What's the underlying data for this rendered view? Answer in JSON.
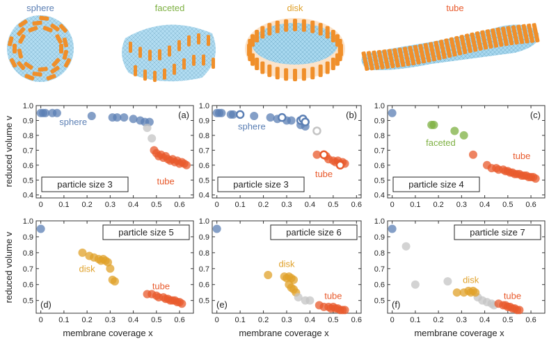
{
  "colors": {
    "sphere": "#5b7fb4",
    "faceted": "#7db041",
    "disk": "#e0a12a",
    "tube": "#e85a2c",
    "transition": "#c4c4c4",
    "membrane": "#9ed3ec",
    "particle": "#f08f2a"
  },
  "shapes": [
    {
      "label": "sphere",
      "color": "#5b7fb4"
    },
    {
      "label": "faceted",
      "color": "#7db041"
    },
    {
      "label": "disk",
      "color": "#e0a12a"
    },
    {
      "label": "tube",
      "color": "#e85a2c"
    }
  ],
  "axes": {
    "ylabel": "reduced volume v",
    "xlabel": "membrane coverage x"
  },
  "chart_data": [
    {
      "type": "scatter",
      "panel": "(a)",
      "particle_size": "particle size 3",
      "xlim": [
        -0.02,
        0.66
      ],
      "ylim": [
        0.38,
        1.0
      ],
      "xticks": [
        "0",
        "0.1",
        "0.2",
        "0.3",
        "0.4",
        "0.5",
        "0.6"
      ],
      "yticks": [
        "0.4",
        "0.5",
        "0.6",
        "0.7",
        "0.8",
        "0.9",
        "1.0"
      ],
      "annotations": [
        {
          "text": "sphere",
          "x": 0.14,
          "y": 0.87,
          "color": "#5b7fb4"
        },
        {
          "text": "tube",
          "x": 0.54,
          "y": 0.47,
          "color": "#e85a2c"
        }
      ],
      "series": [
        {
          "group": "sphere",
          "filled": true,
          "points": [
            [
              0,
              0.95
            ],
            [
              0.01,
              0.95
            ],
            [
              0.02,
              0.95
            ],
            [
              0.05,
              0.95
            ],
            [
              0.07,
              0.95
            ],
            [
              0.22,
              0.93
            ],
            [
              0.31,
              0.92
            ],
            [
              0.33,
              0.92
            ],
            [
              0.36,
              0.92
            ],
            [
              0.4,
              0.91
            ],
            [
              0.43,
              0.9
            ],
            [
              0.45,
              0.89
            ],
            [
              0.47,
              0.89
            ]
          ]
        },
        {
          "group": "transition",
          "filled": true,
          "points": [
            [
              0.46,
              0.85
            ],
            [
              0.48,
              0.78
            ]
          ]
        },
        {
          "group": "tube",
          "filled": true,
          "points": [
            [
              0.49,
              0.7
            ],
            [
              0.5,
              0.68
            ],
            [
              0.51,
              0.66
            ],
            [
              0.52,
              0.67
            ],
            [
              0.53,
              0.65
            ],
            [
              0.54,
              0.66
            ],
            [
              0.55,
              0.64
            ],
            [
              0.56,
              0.63
            ],
            [
              0.57,
              0.64
            ],
            [
              0.58,
              0.62
            ],
            [
              0.59,
              0.63
            ],
            [
              0.6,
              0.61
            ],
            [
              0.61,
              0.62
            ],
            [
              0.62,
              0.61
            ],
            [
              0.63,
              0.6
            ]
          ]
        }
      ]
    },
    {
      "type": "scatter",
      "panel": "(b)",
      "particle_size": "particle size 3",
      "xlim": [
        -0.02,
        0.62
      ],
      "ylim": [
        0.38,
        1.0
      ],
      "xticks": [
        "0",
        "0.1",
        "0.2",
        "0.3",
        "0.4",
        "0.5",
        "0.6"
      ],
      "yticks": [
        "0.4",
        "0.5",
        "0.6",
        "0.7",
        "0.8",
        "0.9",
        "1.0"
      ],
      "annotations": [
        {
          "text": "sphere",
          "x": 0.15,
          "y": 0.84,
          "color": "#5b7fb4"
        },
        {
          "text": "tube",
          "x": 0.46,
          "y": 0.52,
          "color": "#e85a2c"
        }
      ],
      "series": [
        {
          "group": "sphere",
          "filled": true,
          "points": [
            [
              0,
              0.95
            ],
            [
              0.01,
              0.95
            ],
            [
              0.02,
              0.95
            ],
            [
              0.06,
              0.94
            ],
            [
              0.07,
              0.94
            ],
            [
              0.16,
              0.93
            ],
            [
              0.23,
              0.92
            ],
            [
              0.26,
              0.91
            ],
            [
              0.3,
              0.9
            ],
            [
              0.32,
              0.9
            ],
            [
              0.36,
              0.87
            ],
            [
              0.38,
              0.86
            ]
          ]
        },
        {
          "group": "sphere",
          "filled": false,
          "points": [
            [
              0.1,
              0.94
            ],
            [
              0.28,
              0.92
            ],
            [
              0.36,
              0.9
            ],
            [
              0.37,
              0.91
            ],
            [
              0.38,
              0.89
            ]
          ]
        },
        {
          "group": "transition",
          "filled": false,
          "points": [
            [
              0.43,
              0.83
            ]
          ]
        },
        {
          "group": "tube",
          "filled": true,
          "points": [
            [
              0.43,
              0.67
            ],
            [
              0.47,
              0.66
            ],
            [
              0.48,
              0.64
            ],
            [
              0.5,
              0.63
            ],
            [
              0.51,
              0.62
            ],
            [
              0.52,
              0.63
            ],
            [
              0.53,
              0.61
            ],
            [
              0.54,
              0.62
            ],
            [
              0.55,
              0.61
            ]
          ]
        },
        {
          "group": "tube",
          "filled": false,
          "points": [
            [
              0.46,
              0.67
            ],
            [
              0.53,
              0.6
            ]
          ]
        }
      ]
    },
    {
      "type": "scatter",
      "panel": "(c)",
      "particle_size": "particle size 4",
      "xlim": [
        -0.02,
        0.66
      ],
      "ylim": [
        0.38,
        1.0
      ],
      "xticks": [
        "0",
        "0.1",
        "0.2",
        "0.3",
        "0.4",
        "0.5",
        "0.6"
      ],
      "yticks": [
        "0.4",
        "0.5",
        "0.6",
        "0.7",
        "0.8",
        "0.9",
        "1.0"
      ],
      "annotations": [
        {
          "text": "faceted",
          "x": 0.21,
          "y": 0.73,
          "color": "#7db041"
        },
        {
          "text": "tube",
          "x": 0.56,
          "y": 0.64,
          "color": "#e85a2c"
        }
      ],
      "series": [
        {
          "group": "sphere",
          "filled": true,
          "points": [
            [
              0,
              0.95
            ]
          ]
        },
        {
          "group": "faceted",
          "filled": true,
          "points": [
            [
              0.17,
              0.87
            ],
            [
              0.18,
              0.87
            ],
            [
              0.27,
              0.83
            ],
            [
              0.31,
              0.8
            ]
          ]
        },
        {
          "group": "tube",
          "filled": true,
          "points": [
            [
              0.35,
              0.67
            ],
            [
              0.41,
              0.6
            ],
            [
              0.43,
              0.58
            ],
            [
              0.45,
              0.58
            ],
            [
              0.46,
              0.57
            ],
            [
              0.48,
              0.57
            ],
            [
              0.49,
              0.56
            ],
            [
              0.5,
              0.56
            ],
            [
              0.51,
              0.55
            ],
            [
              0.52,
              0.55
            ],
            [
              0.53,
              0.54
            ],
            [
              0.54,
              0.54
            ],
            [
              0.55,
              0.54
            ],
            [
              0.56,
              0.53
            ],
            [
              0.57,
              0.53
            ],
            [
              0.58,
              0.53
            ],
            [
              0.59,
              0.52
            ],
            [
              0.6,
              0.52
            ],
            [
              0.61,
              0.52
            ],
            [
              0.62,
              0.51
            ]
          ]
        }
      ]
    },
    {
      "type": "scatter",
      "panel": "(d)",
      "particle_size": "particle size 5",
      "xlim": [
        -0.02,
        0.66
      ],
      "ylim": [
        0.42,
        1.0
      ],
      "xticks": [
        "0",
        "0.1",
        "0.2",
        "0.3",
        "0.4",
        "0.5",
        "0.6"
      ],
      "yticks": [
        "0.5",
        "0.6",
        "0.7",
        "0.8",
        "0.9",
        "1.0"
      ],
      "annotations": [
        {
          "text": "disk",
          "x": 0.2,
          "y": 0.68,
          "color": "#e0a12a"
        },
        {
          "text": "tube",
          "x": 0.52,
          "y": 0.57,
          "color": "#e85a2c"
        }
      ],
      "series": [
        {
          "group": "sphere",
          "filled": true,
          "points": [
            [
              0,
              0.95
            ]
          ]
        },
        {
          "group": "disk",
          "filled": true,
          "points": [
            [
              0.18,
              0.8
            ],
            [
              0.21,
              0.78
            ],
            [
              0.23,
              0.77
            ],
            [
              0.25,
              0.76
            ],
            [
              0.26,
              0.75
            ],
            [
              0.27,
              0.76
            ],
            [
              0.28,
              0.75
            ],
            [
              0.29,
              0.74
            ],
            [
              0.3,
              0.7
            ],
            [
              0.31,
              0.63
            ],
            [
              0.32,
              0.62
            ]
          ]
        },
        {
          "group": "tube",
          "filled": true,
          "points": [
            [
              0.46,
              0.54
            ],
            [
              0.48,
              0.54
            ],
            [
              0.5,
              0.53
            ],
            [
              0.51,
              0.52
            ],
            [
              0.53,
              0.52
            ],
            [
              0.54,
              0.51
            ],
            [
              0.55,
              0.51
            ],
            [
              0.56,
              0.5
            ],
            [
              0.57,
              0.5
            ],
            [
              0.58,
              0.5
            ],
            [
              0.59,
              0.49
            ],
            [
              0.6,
              0.49
            ],
            [
              0.61,
              0.48
            ]
          ]
        }
      ]
    },
    {
      "type": "scatter",
      "panel": "(e)",
      "particle_size": "particle size 6",
      "xlim": [
        -0.02,
        0.62
      ],
      "ylim": [
        0.42,
        1.0
      ],
      "xticks": [
        "0",
        "0.1",
        "0.2",
        "0.3",
        "0.4",
        "0.5",
        "0.6"
      ],
      "yticks": [
        "0.5",
        "0.6",
        "0.7",
        "0.8",
        "0.9",
        "1.0"
      ],
      "annotations": [
        {
          "text": "disk",
          "x": 0.3,
          "y": 0.71,
          "color": "#e0a12a"
        },
        {
          "text": "tube",
          "x": 0.5,
          "y": 0.51,
          "color": "#e85a2c"
        }
      ],
      "series": [
        {
          "group": "sphere",
          "filled": true,
          "points": [
            [
              0,
              0.95
            ]
          ]
        },
        {
          "group": "disk",
          "filled": true,
          "points": [
            [
              0.22,
              0.66
            ],
            [
              0.29,
              0.65
            ],
            [
              0.3,
              0.64
            ],
            [
              0.31,
              0.65
            ],
            [
              0.32,
              0.64
            ],
            [
              0.33,
              0.63
            ],
            [
              0.31,
              0.6
            ],
            [
              0.32,
              0.58
            ],
            [
              0.33,
              0.57
            ],
            [
              0.34,
              0.55
            ]
          ]
        },
        {
          "group": "transition",
          "filled": true,
          "points": [
            [
              0.35,
              0.52
            ],
            [
              0.38,
              0.5
            ],
            [
              0.4,
              0.5
            ]
          ]
        },
        {
          "group": "tube",
          "filled": true,
          "points": [
            [
              0.44,
              0.47
            ],
            [
              0.46,
              0.46
            ],
            [
              0.48,
              0.46
            ],
            [
              0.49,
              0.45
            ],
            [
              0.5,
              0.46
            ],
            [
              0.51,
              0.45
            ],
            [
              0.52,
              0.45
            ],
            [
              0.53,
              0.44
            ],
            [
              0.54,
              0.44
            ],
            [
              0.55,
              0.44
            ]
          ]
        }
      ]
    },
    {
      "type": "scatter",
      "panel": "(f)",
      "particle_size": "particle size 7",
      "xlim": [
        -0.02,
        0.66
      ],
      "ylim": [
        0.42,
        1.0
      ],
      "xticks": [
        "0",
        "0.1",
        "0.2",
        "0.3",
        "0.4",
        "0.5",
        "0.6"
      ],
      "yticks": [
        "0.5",
        "0.6",
        "0.7",
        "0.8",
        "0.9",
        "1.0"
      ],
      "annotations": [
        {
          "text": "disk",
          "x": 0.34,
          "y": 0.61,
          "color": "#e0a12a"
        },
        {
          "text": "tube",
          "x": 0.52,
          "y": 0.51,
          "color": "#e85a2c"
        }
      ],
      "series": [
        {
          "group": "sphere",
          "filled": true,
          "points": [
            [
              0,
              0.95
            ]
          ]
        },
        {
          "group": "transition",
          "filled": true,
          "points": [
            [
              0.06,
              0.84
            ],
            [
              0.1,
              0.6
            ],
            [
              0.24,
              0.62
            ],
            [
              0.37,
              0.52
            ],
            [
              0.39,
              0.5
            ],
            [
              0.41,
              0.49
            ],
            [
              0.43,
              0.48
            ],
            [
              0.44,
              0.47
            ]
          ]
        },
        {
          "group": "disk",
          "filled": true,
          "points": [
            [
              0.28,
              0.55
            ],
            [
              0.31,
              0.55
            ],
            [
              0.33,
              0.56
            ],
            [
              0.34,
              0.55
            ],
            [
              0.35,
              0.56
            ],
            [
              0.36,
              0.55
            ]
          ]
        },
        {
          "group": "tube",
          "filled": true,
          "points": [
            [
              0.46,
              0.48
            ],
            [
              0.48,
              0.47
            ],
            [
              0.49,
              0.47
            ],
            [
              0.5,
              0.46
            ],
            [
              0.51,
              0.46
            ],
            [
              0.52,
              0.45
            ],
            [
              0.53,
              0.45
            ],
            [
              0.54,
              0.44
            ],
            [
              0.55,
              0.44
            ]
          ]
        }
      ]
    }
  ]
}
